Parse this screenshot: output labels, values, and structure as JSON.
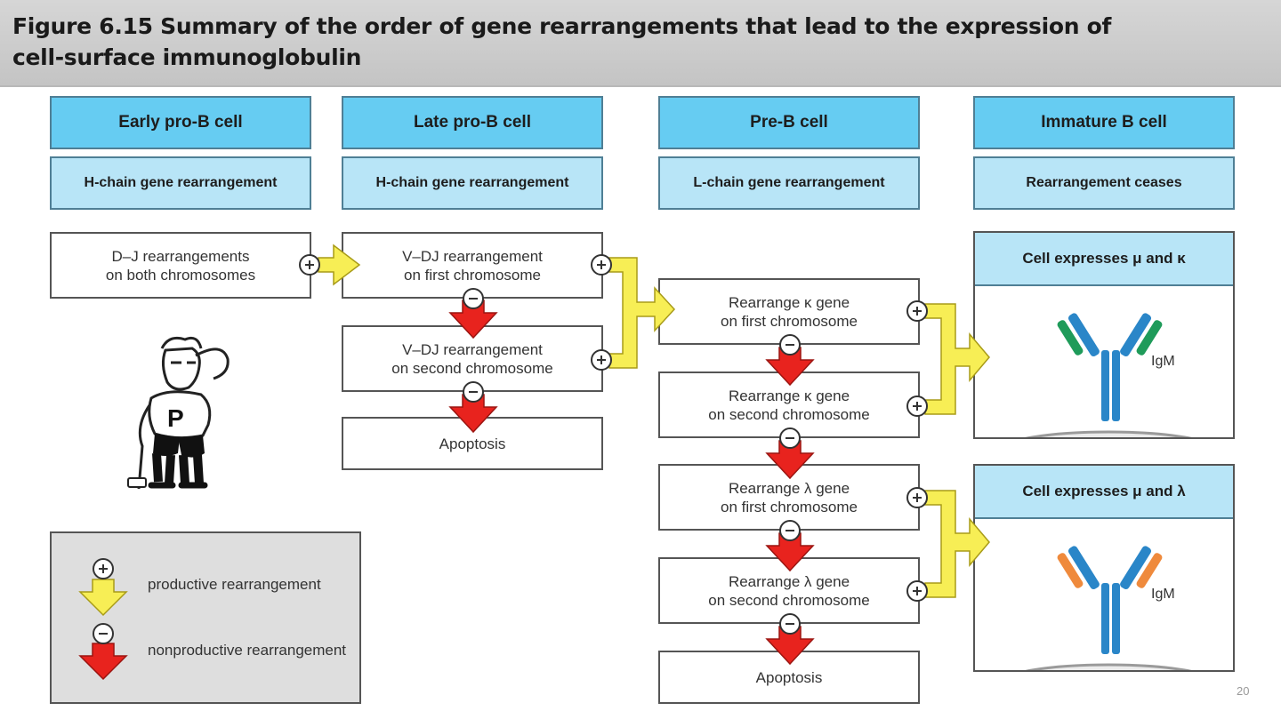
{
  "title": "Figure 6.15  Summary of the order of gene rearrangements that lead to the expression of cell-surface immunoglobulin",
  "stages": [
    {
      "name": "Early pro-B cell",
      "activity": "H-chain gene rearrangement"
    },
    {
      "name": "Late pro-B cell",
      "activity": "H-chain gene rearrangement"
    },
    {
      "name": "Pre-B cell",
      "activity": "L-chain gene rearrangement"
    },
    {
      "name": "Immature B cell",
      "activity": "Rearrangement ceases"
    }
  ],
  "steps": {
    "dj": "D–J rearrangements\non both chromosomes",
    "vdj1": "V–DJ rearrangement\non first chromosome",
    "vdj2": "V–DJ rearrangement\non second chromosome",
    "apoptosis1": "Apoptosis",
    "kappa1": "Rearrange κ gene\non first chromosome",
    "kappa2": "Rearrange κ gene\non second chromosome",
    "lambda1": "Rearrange λ gene\non first chromosome",
    "lambda2": "Rearrange λ gene\non second chromosome",
    "apoptosis2": "Apoptosis"
  },
  "expression": {
    "kappa": {
      "label": "Cell expresses μ and κ",
      "antibody": "IgM"
    },
    "lambda": {
      "label": "Cell expresses μ and λ",
      "antibody": "IgM"
    }
  },
  "legend": {
    "productive": "productive rearrangement",
    "nonproductive": "nonproductive rearrangement",
    "plus_symbol": "+",
    "minus_symbol": "−"
  },
  "colors": {
    "stage_header": "#66ccf2",
    "stage_sub": "#b8e5f7",
    "productive_arrow": "#f7ee55",
    "nonproductive_arrow": "#e8231e",
    "heavy_chain": "#2a86c8",
    "kappa_light_chain": "#1f9b5a",
    "lambda_light_chain": "#ef8a3c"
  },
  "page_number": "20"
}
